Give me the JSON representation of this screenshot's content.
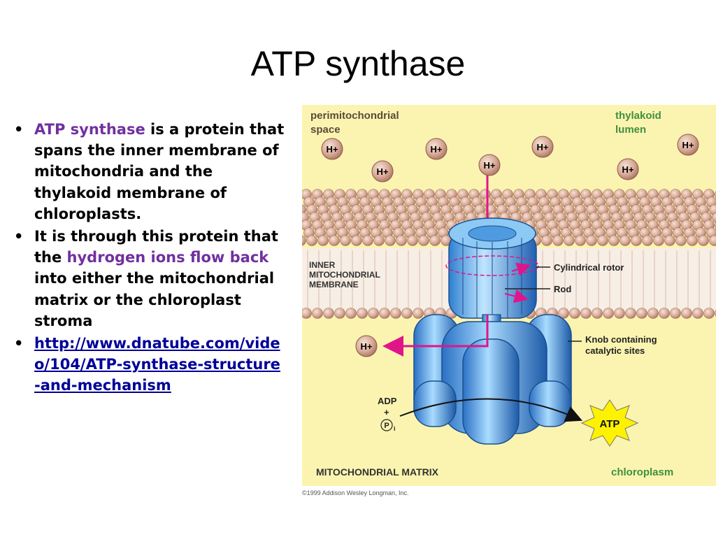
{
  "slide": {
    "title": "ATP synthase",
    "bullets": [
      {
        "highlight": "ATP synthase",
        "text": " is a protein that spans the inner membrane of mitochondria and the thylakoid membrane of chloroplasts."
      },
      {
        "prefix": "It is through this protein that the ",
        "highlight": "hydrogen ions flow back",
        "suffix": " into either the mitochondrial matrix or the chloroplast stroma"
      },
      {
        "link": "http://www.dnatube.com/video/104/ATP-synthase-structure-and-mechanism"
      }
    ],
    "bullet_char": "•",
    "highlight_color": "#7030a0"
  },
  "figure": {
    "perimitochondrial_line1": "perimitochondrial",
    "perimitochondrial_line2": "space",
    "thylakoid_line1": "thylakoid",
    "thylakoid_line2": "lumen",
    "inner_line1": "INNER",
    "inner_line2": "MITOCHONDRIAL",
    "inner_line3": "MEMBRANE",
    "cylindrical_rotor": "Cylindrical rotor",
    "rod": "Rod",
    "knob_line1": "Knob containing",
    "knob_line2": "catalytic sites",
    "adp": "ADP",
    "plus": "+",
    "pi": "P",
    "pi_sub": "i",
    "atp": "ATP",
    "matrix": "MITOCHONDRIAL MATRIX",
    "chloroplasm": "chloroplasm",
    "ion_label": "H+",
    "copyright": "©1999 Addison Wesley Longman, Inc."
  }
}
